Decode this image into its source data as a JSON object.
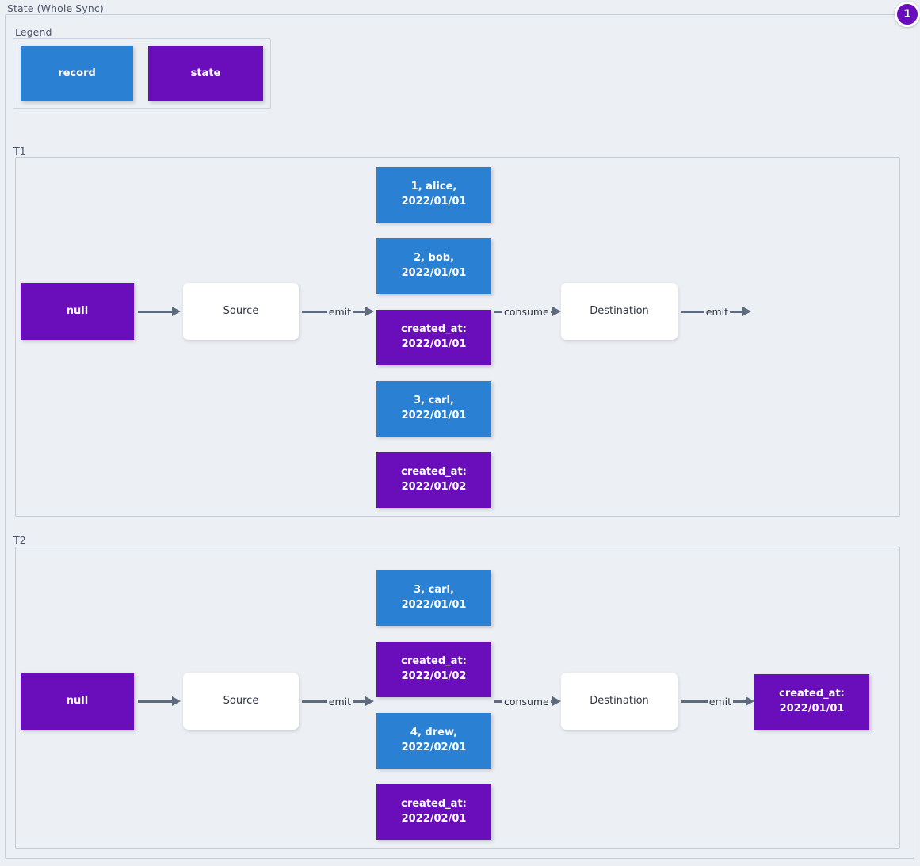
{
  "diagram": {
    "title": "State (Whole Sync)",
    "badge": "1",
    "colors": {
      "record": "#2A80D2",
      "state": "#6A0DBB",
      "process": "#FFFFFF",
      "background": "#ECEFF4",
      "border": "#C3CEDA",
      "arrow": "#5E6B7E",
      "text_dark": "#2E3440",
      "text_muted": "#4C566A"
    }
  },
  "legend": {
    "title": "Legend",
    "items": [
      {
        "label": "record",
        "kind": "record"
      },
      {
        "label": "state",
        "kind": "state"
      }
    ]
  },
  "sections": [
    {
      "title": "T1",
      "initial_state": "null",
      "source_label": "Source",
      "destination_label": "Destination",
      "arrows": {
        "state_to_source": "",
        "source_emit": "emit",
        "consume": "consume",
        "destination_emit": "emit"
      },
      "stream": [
        {
          "kind": "record",
          "label": "1, alice, 2022/01/01"
        },
        {
          "kind": "record",
          "label": "2, bob, 2022/01/01"
        },
        {
          "kind": "state",
          "label": "created_at:\n2022/01/01"
        },
        {
          "kind": "record",
          "label": "3, carl, 2022/01/01"
        },
        {
          "kind": "state",
          "label": "created_at:\n2022/01/02"
        }
      ],
      "final_state": null
    },
    {
      "title": "T2",
      "initial_state": "null",
      "source_label": "Source",
      "destination_label": "Destination",
      "arrows": {
        "state_to_source": "",
        "source_emit": "emit",
        "consume": "consume",
        "destination_emit": "emit"
      },
      "stream": [
        {
          "kind": "record",
          "label": "3, carl, 2022/01/01"
        },
        {
          "kind": "state",
          "label": "created_at:\n2022/01/02"
        },
        {
          "kind": "record",
          "label": "4, drew, 2022/02/01"
        },
        {
          "kind": "state",
          "label": "created_at:\n2022/02/01"
        }
      ],
      "final_state": "created_at:\n2022/01/01"
    }
  ]
}
